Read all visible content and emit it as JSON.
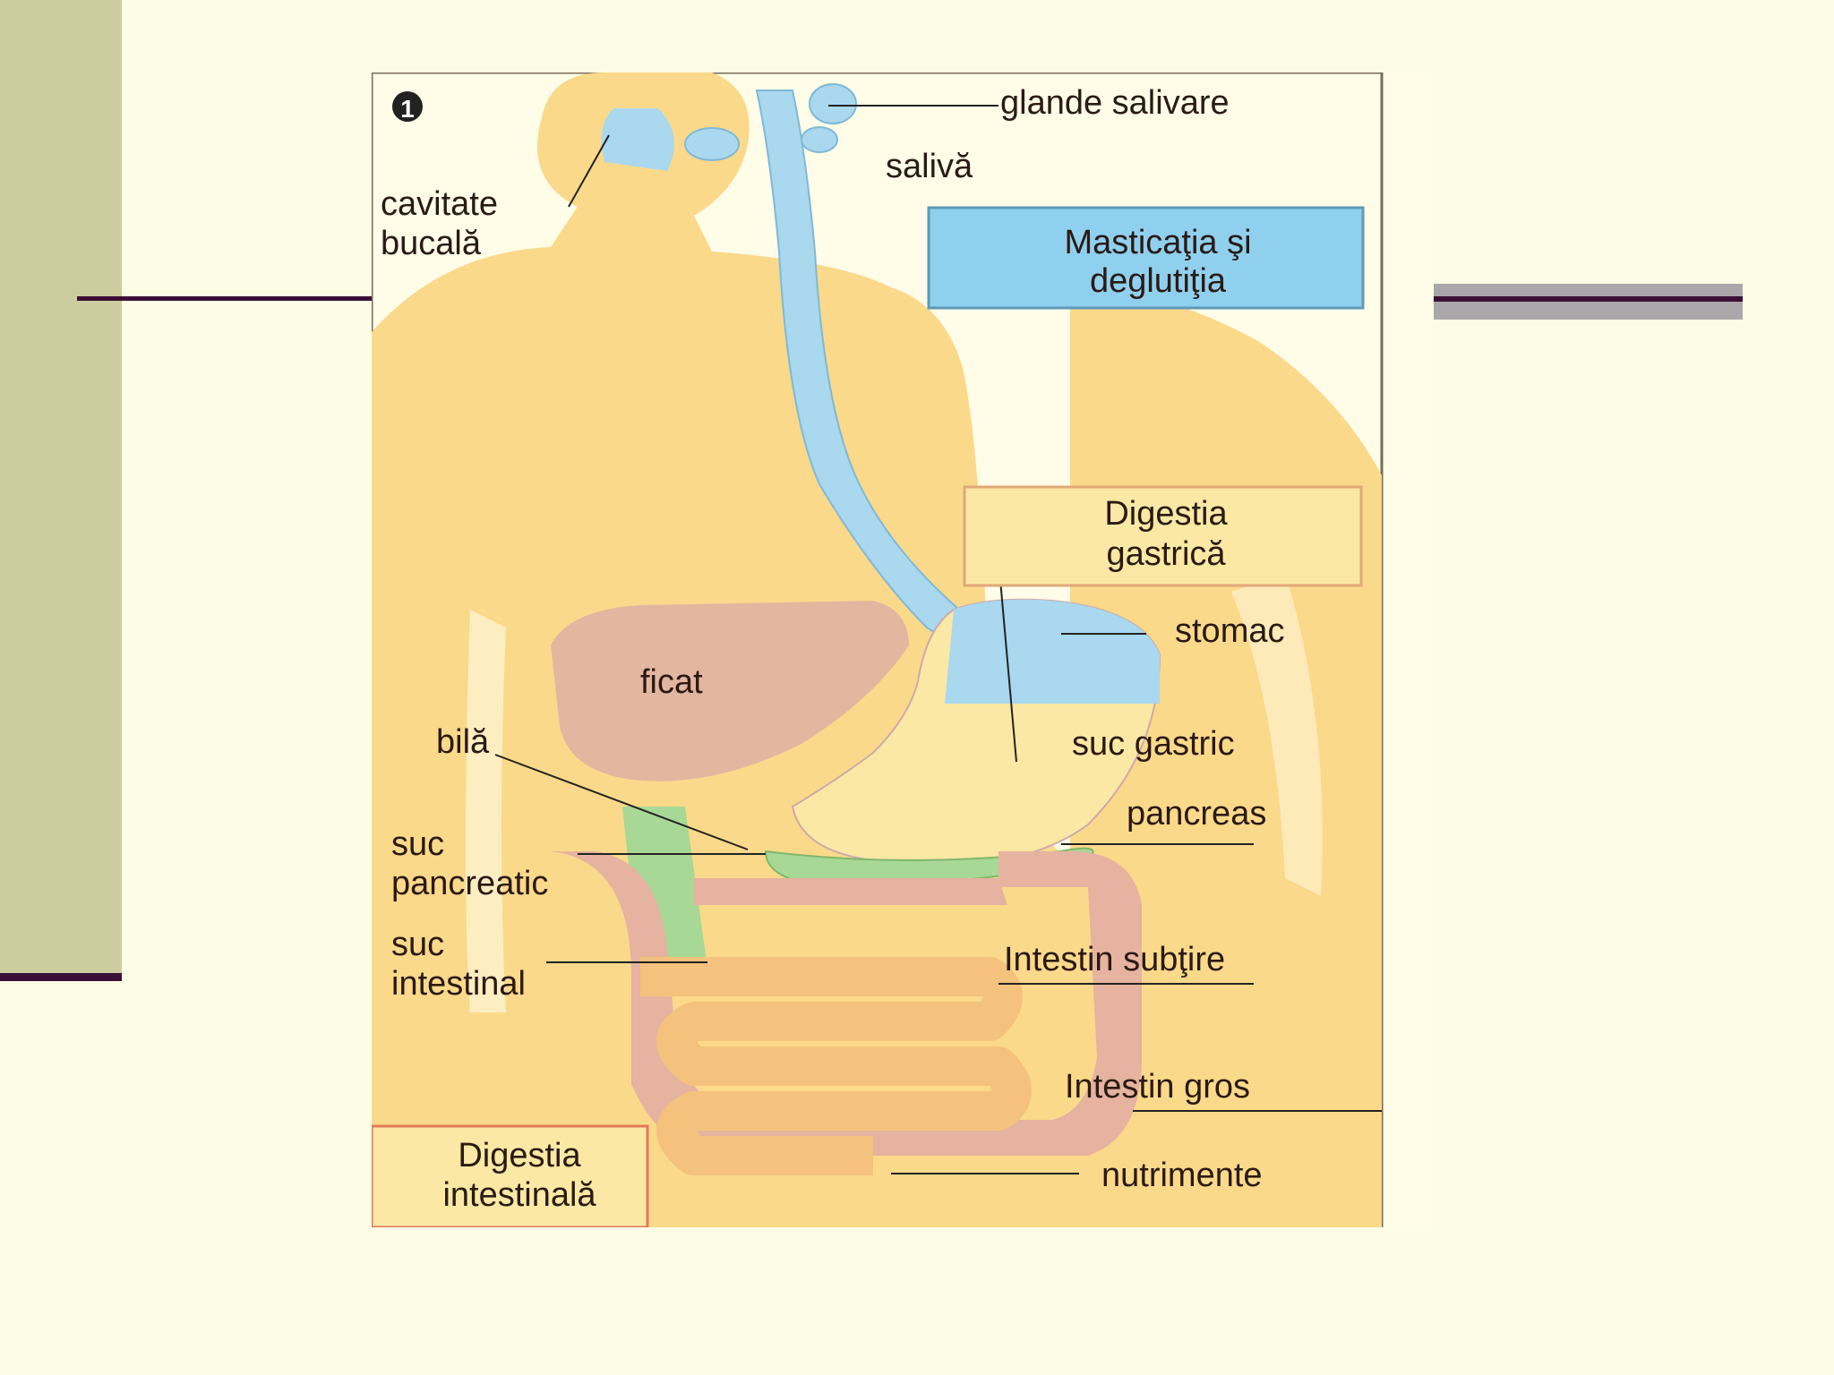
{
  "figure": {
    "number": "1",
    "boxes": {
      "mastication": [
        "Masticaţia şi",
        "deglutiţia"
      ],
      "gastric": [
        "Digestia",
        "gastrică"
      ],
      "intestinal": [
        "Digestia",
        "intestinală"
      ]
    },
    "labels": {
      "salivary_glands": "glande salivare",
      "saliva": "salivă",
      "oral_cavity": [
        "cavitate",
        "bucală"
      ],
      "stomach": "stomac",
      "liver": "ficat",
      "gastric_juice": "suc gastric",
      "bile": "bilă",
      "pancreas": "pancreas",
      "pancreatic_juice": [
        "suc",
        "pancreatic"
      ],
      "intestinal_juice": [
        "suc",
        "intestinal"
      ],
      "small_intestine": "Intestin subţire",
      "large_intestine": "Intestin gros",
      "nutrients": "nutrimente"
    }
  },
  "colors": {
    "background": "#fdfde6",
    "sidebar": "#cccc9e",
    "rule_dark": "#3a0f36",
    "rule_grey": "#aaa7ab",
    "body_skin": "#fbd98a",
    "digestive_tract": "#a9d8ef",
    "liver": "#e3b6a0",
    "pancreas_green": "#a8d896",
    "small_intestine": "#f4c27c",
    "large_intestine": "#e5b39f",
    "box_blue": "#8fd0ef"
  }
}
